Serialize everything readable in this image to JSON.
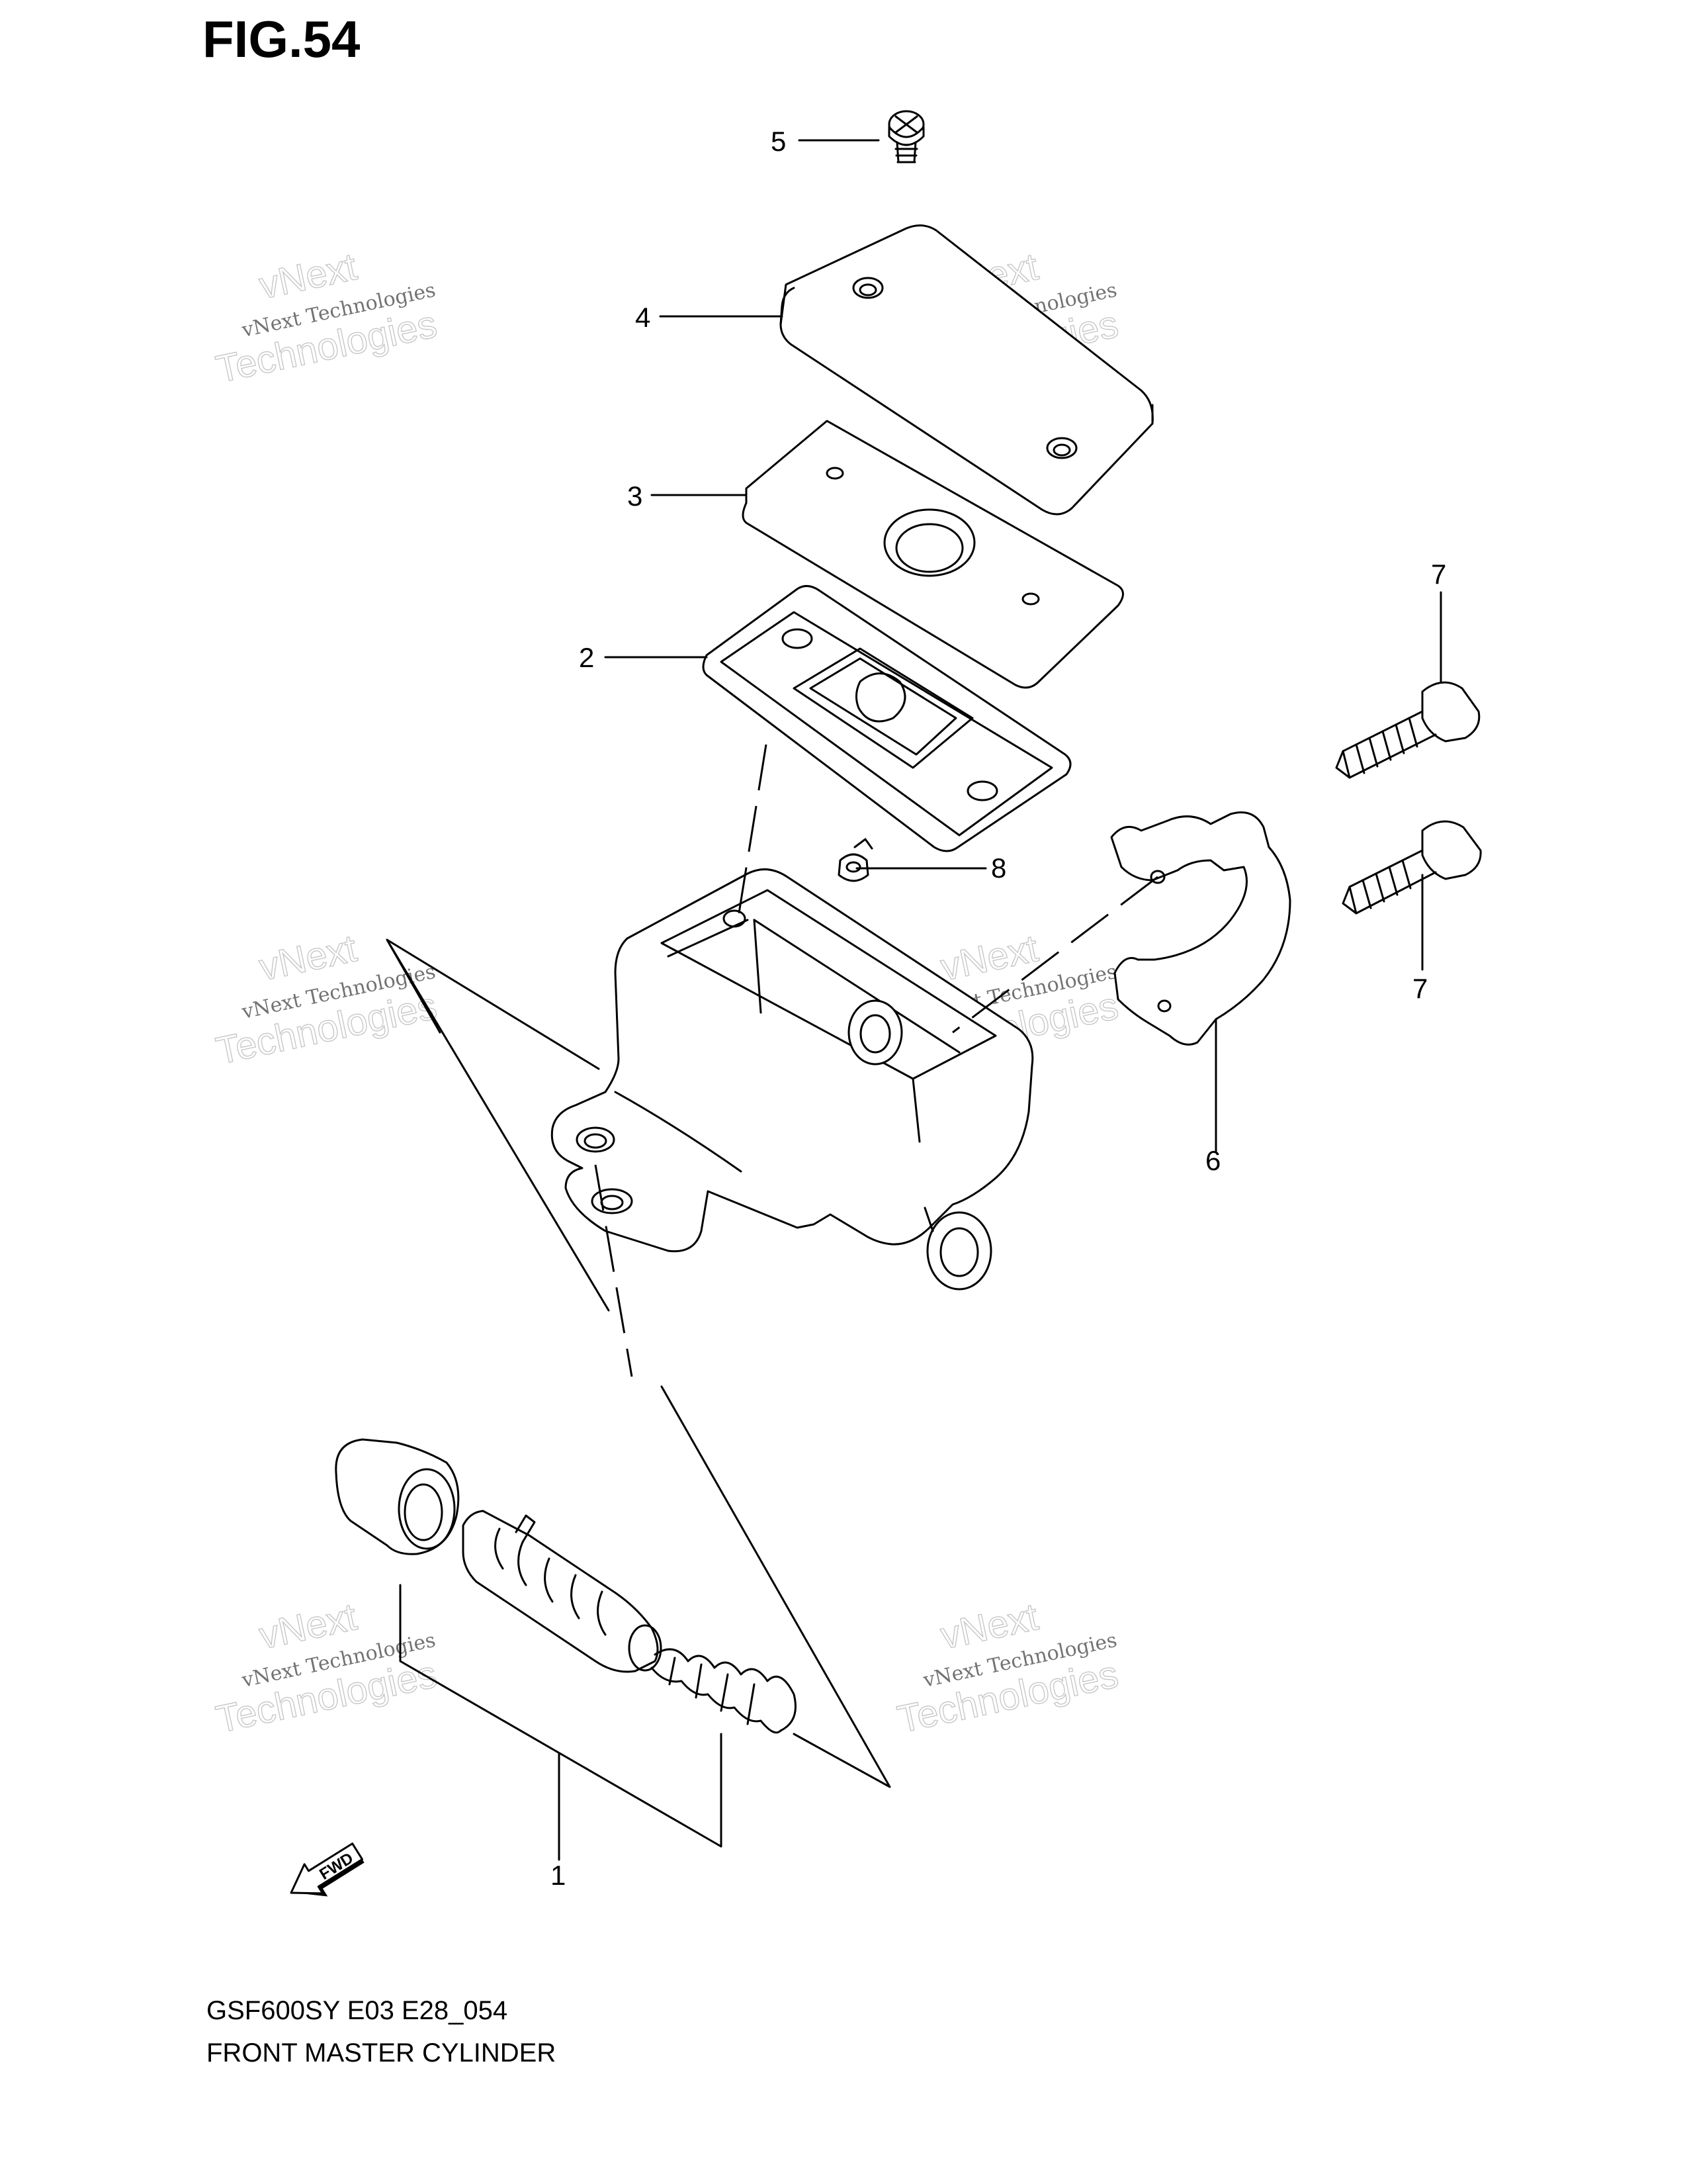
{
  "figure": {
    "title": "FIG.54"
  },
  "parts": [
    {
      "id": "1",
      "label": "1"
    },
    {
      "id": "2",
      "label": "2"
    },
    {
      "id": "3",
      "label": "3"
    },
    {
      "id": "4",
      "label": "4"
    },
    {
      "id": "5",
      "label": "5"
    },
    {
      "id": "6",
      "label": "6"
    },
    {
      "id": "7a",
      "label": "7"
    },
    {
      "id": "7b",
      "label": "7"
    },
    {
      "id": "8",
      "label": "8"
    }
  ],
  "watermark": {
    "line1": "vNext Technologies",
    "line2": "Technologies",
    "line3": "vNext"
  },
  "fwd_label": "FWD",
  "footer": {
    "code": "GSF600SY E03 E28_054",
    "name": "FRONT MASTER CYLINDER"
  }
}
